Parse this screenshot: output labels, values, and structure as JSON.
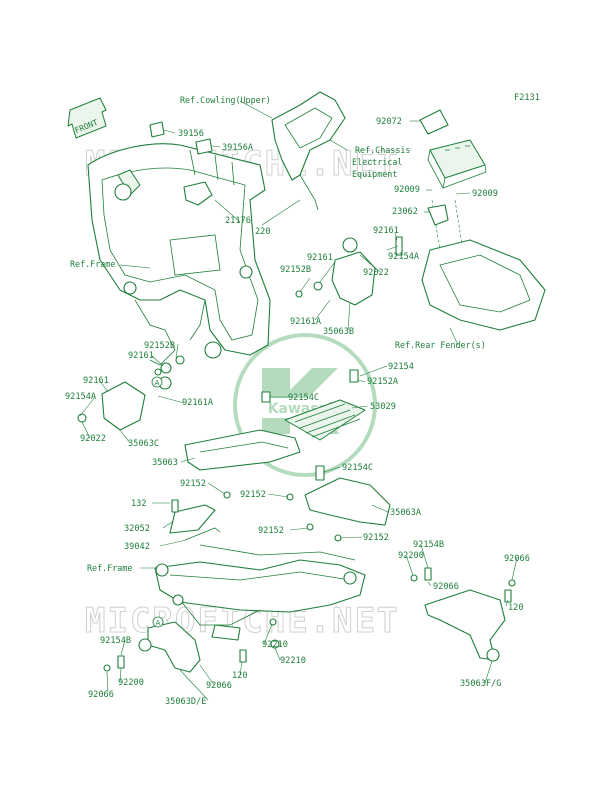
{
  "diagram_id": "F2131",
  "front_arrow": "FRONT",
  "watermark": "MICROFICHE.NET",
  "logo_text": "Kawasaki",
  "callout_letter": "A",
  "labels": {
    "ref_cowling": "Ref.Cowling(Upper)",
    "ref_chassis_1": "Ref.Chassis",
    "ref_chassis_2": "Electrical",
    "ref_chassis_3": "Equipment",
    "ref_frame_top": "Ref.Frame",
    "ref_rear_fender": "Ref.Rear Fender(s)",
    "ref_frame_bottom": "Ref.Frame",
    "p39156": "39156",
    "p39156A": "39156A",
    "p92072": "92072",
    "p92009a": "92009",
    "p92009b": "92009",
    "p23062": "23062",
    "p21176": "21176",
    "p220": "220",
    "p92161a": "92161",
    "p92154A_top": "92154A",
    "p92152B_a": "92152B",
    "p92161b": "92161",
    "p92022_top": "92022",
    "p92161A_top": "92161A",
    "p35063B": "35063B",
    "p92152B_b": "92152B",
    "p92161c": "92161",
    "p92154": "92154",
    "p92152A": "92152A",
    "p92161d": "92161",
    "p92154A_left": "92154A",
    "p92161A_left": "92161A",
    "p92154C_a": "92154C",
    "p53029": "53029",
    "p92022_left": "92022",
    "p35063C": "35063C",
    "p35063": "35063",
    "p92154C_b": "92154C",
    "p92152a": "92152",
    "p92152b": "92152",
    "p132": "132",
    "p35063A": "35063A",
    "p32052": "32052",
    "p92152c": "92152",
    "p92152d": "92152",
    "p39042": "39042",
    "p92154B_right": "92154B",
    "p92200_right": "92200",
    "p92066_right_a": "92066",
    "p92066_right_b": "92066",
    "p120_right": "120",
    "p92154B_left": "92154B",
    "p92210a": "92210",
    "p92210b": "92210",
    "p92200_left": "92200",
    "p120_left": "120",
    "p92066_left_a": "92066",
    "p92066_left_b": "92066",
    "p35063DE": "35063D/E",
    "p35063FG": "35063F/G"
  }
}
